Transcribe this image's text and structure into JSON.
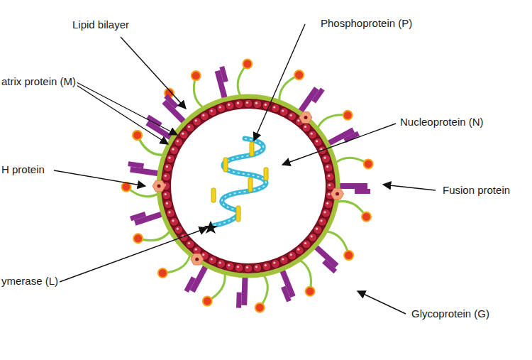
{
  "diagram": {
    "labels": [
      "Lipid bilayer",
      "atrix protein (M)",
      "H protein",
      "ymerase (L)",
      "Phosphoprotein (P)",
      "Nucleoprotein (N)",
      "Fusion protein",
      "Glycoprotein (G)"
    ]
  }
}
